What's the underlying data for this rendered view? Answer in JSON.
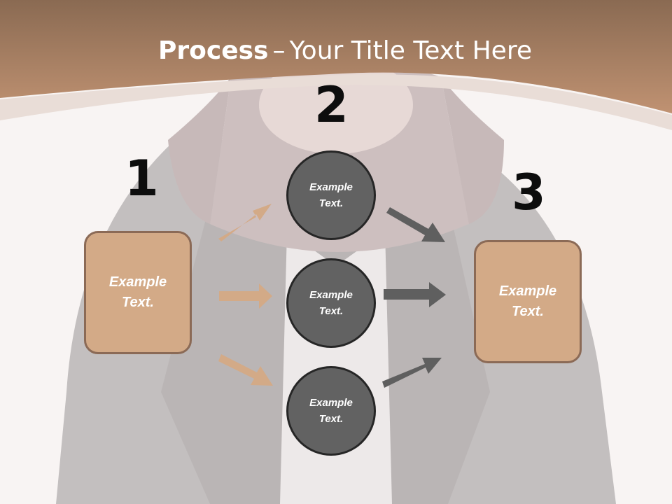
{
  "slide": {
    "title_bold": "Process",
    "title_dash": "–",
    "title_rest": "Your Title Text Here"
  },
  "steps": [
    {
      "number": "1",
      "line1": "Example",
      "line2": "Text."
    },
    {
      "number": "2"
    },
    {
      "number": "3",
      "line1": "Example",
      "line2": "Text."
    }
  ],
  "circles": [
    {
      "line1": "Example",
      "line2": "Text."
    },
    {
      "line1": "Example",
      "line2": "Text."
    },
    {
      "line1": "Example",
      "line2": "Text."
    }
  ],
  "colors": {
    "header_brown": "#b38a66",
    "box_fill": "#d3aa87",
    "box_border": "#8b6a56",
    "circle_fill": "#626262",
    "circle_border": "#262626",
    "arrow_light": "#d3aa87",
    "arrow_dark": "#5f5f5f"
  }
}
